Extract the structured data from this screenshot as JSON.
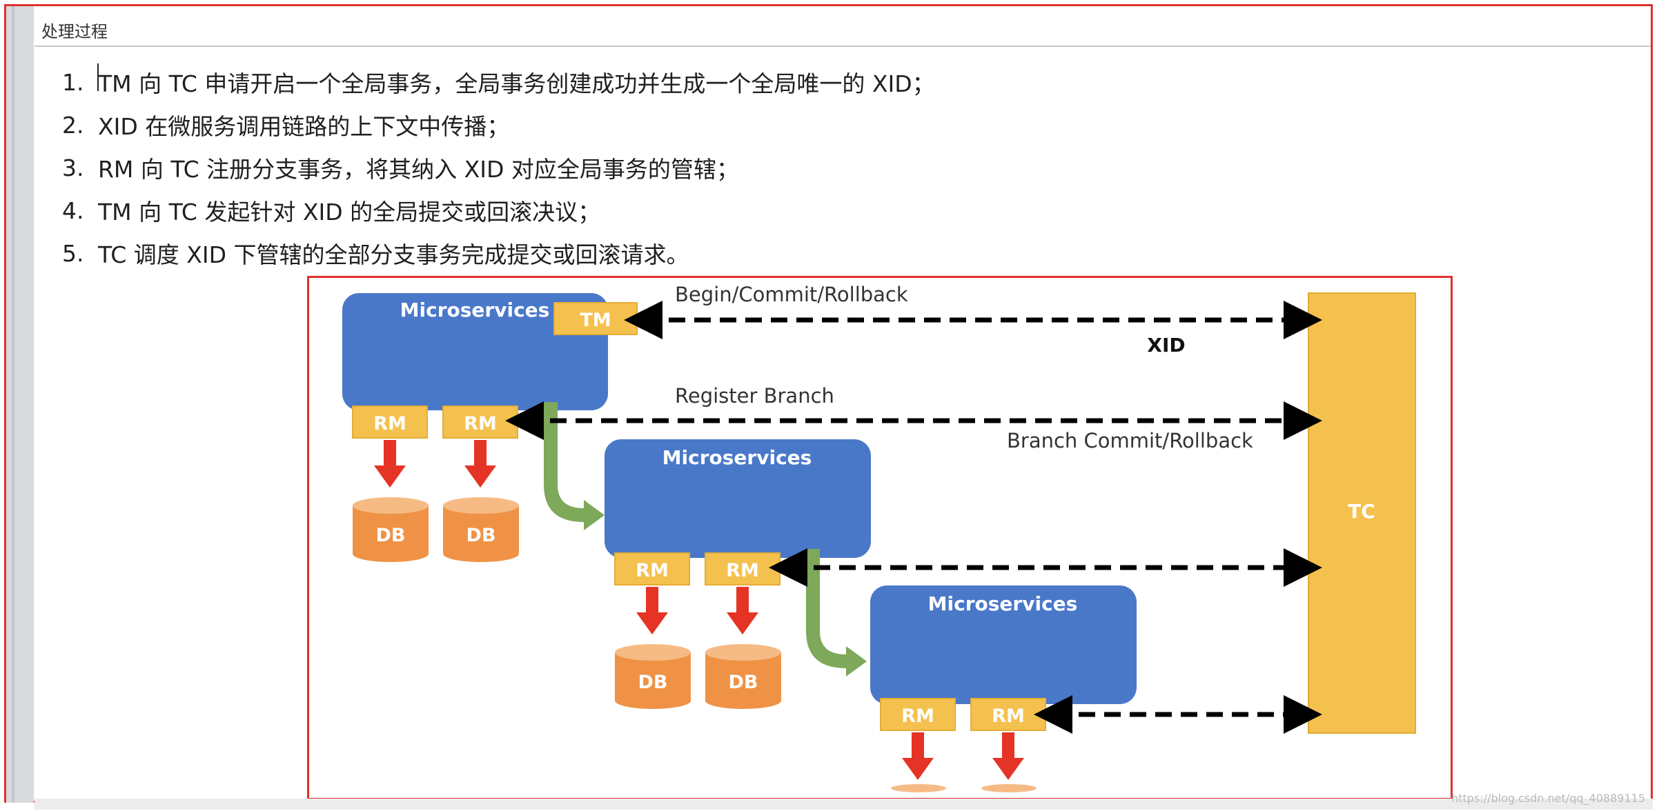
{
  "header": {
    "title": "处理过程"
  },
  "steps": [
    {
      "num": "1.",
      "text": "TM 向 TC 申请开启一个全局事务，全局事务创建成功并生成一个全局唯一的 XID；"
    },
    {
      "num": "2.",
      "text": "XID 在微服务调用链路的上下文中传播；"
    },
    {
      "num": "3.",
      "text": "RM 向 TC 注册分支事务，将其纳入 XID 对应全局事务的管辖；"
    },
    {
      "num": "4.",
      "text": "TM 向 TC 发起针对 XID 的全局提交或回滚决议；"
    },
    {
      "num": "5.",
      "text": "TC 调度 XID 下管辖的全部分支事务完成提交或回滚请求。"
    }
  ],
  "diagram": {
    "microservices_label": "Microservices",
    "tm_label": "TM",
    "rm_label": "RM",
    "db_label": "DB",
    "tc_label": "TC",
    "arrow_begin_label": "Begin/Commit/Rollback",
    "xid_label": "XID",
    "register_label": "Register Branch",
    "branch_label": "Branch Commit/Rollback"
  },
  "colors": {
    "microservice_blue": "#4a78c9",
    "tag_yellow": "#f5c14e",
    "db_orange": "#ef9245",
    "red_arrow": "#e53325",
    "green_arrow": "#7ea85a",
    "frame_red": "#e0302b"
  },
  "watermark": "https://blog.csdn.net/qq_40889115"
}
